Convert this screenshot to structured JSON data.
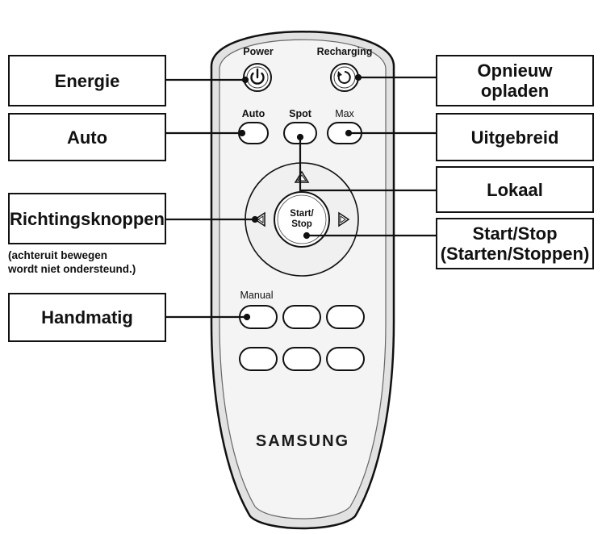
{
  "remote": {
    "brand": "SAMSUNG",
    "buttons": {
      "power": "Power",
      "recharging": "Recharging",
      "auto": "Auto",
      "spot": "Spot",
      "max": "Max",
      "start_stop": "Start/\nStop",
      "manual": "Manual"
    }
  },
  "callouts": {
    "energie": "Energie",
    "auto": "Auto",
    "richtingsknoppen": "Richtingsknoppen",
    "richting_note": "(achteruit bewegen\nwordt niet ondersteund.)",
    "handmatig": "Handmatig",
    "opnieuw_opladen": "Opnieuw\nopladen",
    "uitgebreid": "Uitgebreid",
    "lokaal": "Lokaal",
    "start_stop": "Start/Stop\n(Starten/Stoppen)"
  },
  "colors": {
    "outline": "#111111",
    "body_fill": "#f2f2f2",
    "body_rim": "#dcdcdc"
  }
}
